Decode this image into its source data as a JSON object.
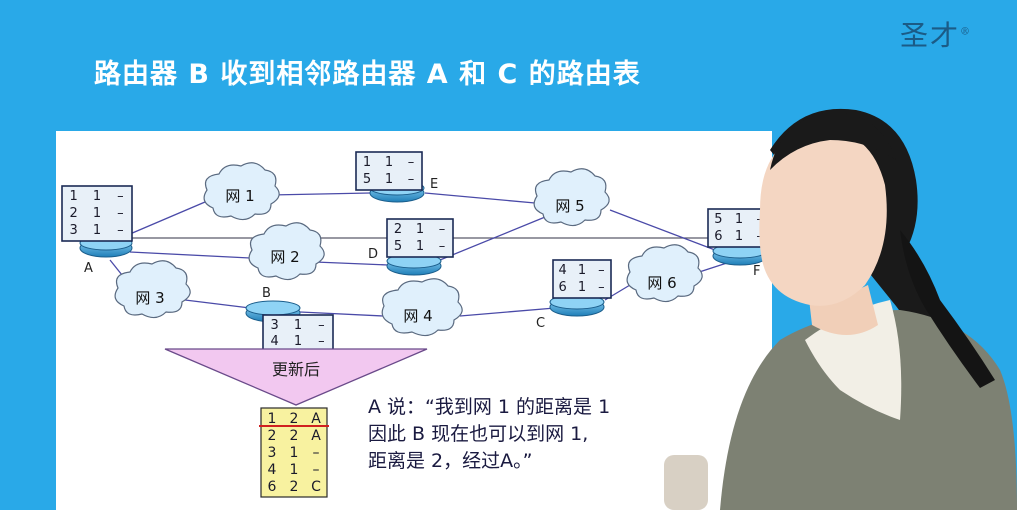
{
  "logo": {
    "text": "圣才",
    "mark": "®"
  },
  "slide_title": "路由器 B 收到相邻路由器 A 和 C 的路由表",
  "router_labels": {
    "A": "A",
    "B": "B",
    "C": "C",
    "D": "D",
    "E": "E",
    "F": "F"
  },
  "networks": {
    "n1": "网 1",
    "n2": "网 2",
    "n3": "网 3",
    "n4": "网 4",
    "n5": "网 5",
    "n6": "网 6"
  },
  "tables": {
    "A": [
      [
        "1",
        "1",
        "–"
      ],
      [
        "2",
        "1",
        "–"
      ],
      [
        "3",
        "1",
        "–"
      ]
    ],
    "E": [
      [
        "1",
        "1",
        "–"
      ],
      [
        "5",
        "1",
        "–"
      ]
    ],
    "D": [
      [
        "2",
        "1",
        "–"
      ],
      [
        "5",
        "1",
        "–"
      ]
    ],
    "C": [
      [
        "4",
        "1",
        "–"
      ],
      [
        "6",
        "1",
        "–"
      ]
    ],
    "F": [
      [
        "5",
        "1",
        "–"
      ],
      [
        "6",
        "1",
        "–"
      ]
    ],
    "B": [
      [
        "3",
        "1",
        "–"
      ],
      [
        "4",
        "1",
        "–"
      ]
    ]
  },
  "update_label": "更新后",
  "updated_table": [
    [
      "1",
      "2",
      "A"
    ],
    [
      "2",
      "2",
      "A"
    ],
    [
      "3",
      "1",
      "–"
    ],
    [
      "4",
      "1",
      "–"
    ],
    [
      "6",
      "2",
      "C"
    ]
  ],
  "explanation": {
    "line1": "A 说：“我到网 1 的距离是 1",
    "line2": "因此 B 现在也可以到网 1,",
    "line3": "距离是 2，经过A。”"
  },
  "colors": {
    "background": "#29a9e8",
    "slide": "#ffffff",
    "router": "#3aa2d6",
    "table_fill": "#e8f0f8",
    "update_arrow": "#f2c8f0",
    "updated_table": "#f8f2a0",
    "highlight_line": "#d02020",
    "cloud": "#e0f0fc"
  }
}
